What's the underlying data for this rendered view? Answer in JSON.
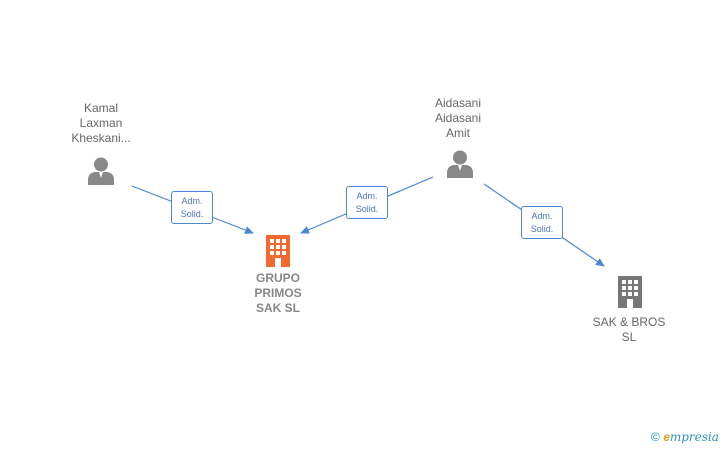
{
  "colors": {
    "edge": "#4a86d4",
    "person": "#888888",
    "company_main": "#f26a30",
    "company": "#777777"
  },
  "nodes": [
    {
      "id": "kamal",
      "type": "person",
      "label": "Kamal\nLaxman\nKheskani..."
    },
    {
      "id": "aidasani",
      "type": "person",
      "label": "Aidasani\nAidasani\nAmit"
    },
    {
      "id": "grupo",
      "type": "company_main",
      "label": "GRUPO\nPRIMOS\nSAK SL"
    },
    {
      "id": "sakbros",
      "type": "company",
      "label": "SAK & BROS\nSL"
    }
  ],
  "edges": [
    {
      "from": "kamal",
      "to": "grupo",
      "label_line1": "Adm.",
      "label_line2": "Solid."
    },
    {
      "from": "aidasani",
      "to": "grupo",
      "label_line1": "Adm.",
      "label_line2": "Solid."
    },
    {
      "from": "aidasani",
      "to": "sakbros",
      "label_line1": "Adm.",
      "label_line2": "Solid."
    }
  ],
  "footer": {
    "copyright": "©",
    "brand_e": "e",
    "brand_rest": "mpresia"
  }
}
